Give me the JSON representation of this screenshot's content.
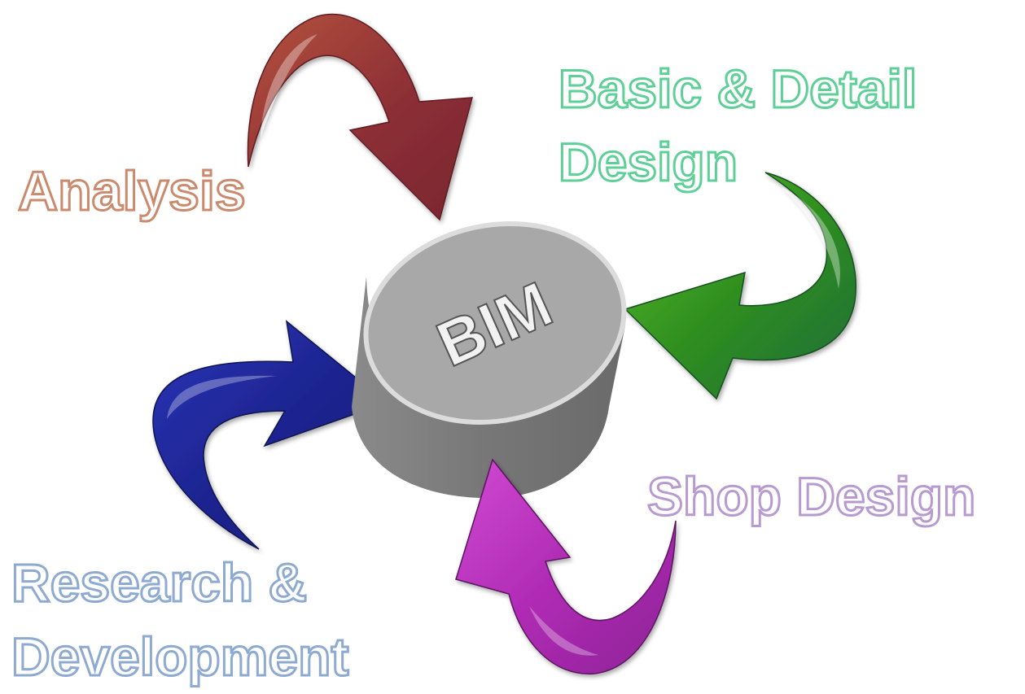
{
  "center": {
    "label": "BIM"
  },
  "stages": [
    {
      "id": "analysis",
      "lines": [
        "Analysis"
      ],
      "color": "#c98a6e",
      "arrow_color": "#8f3a3a"
    },
    {
      "id": "basic-detail-design",
      "lines": [
        "Basic & Detail",
        "Design"
      ],
      "color": "#5fcf98",
      "arrow_color": "#2f8a2a"
    },
    {
      "id": "shop-design",
      "lines": [
        "Shop Design"
      ],
      "color": "#b79ad0",
      "arrow_color": "#b12fb5"
    },
    {
      "id": "research-development",
      "lines": [
        "Research &",
        "Development"
      ],
      "color": "#8eaad0",
      "arrow_color": "#1e2a9a"
    }
  ],
  "colors": {
    "cylinder_top": "#a9a9a9",
    "cylinder_side": "#7d7d7d",
    "cylinder_rim": "#dcdcdc"
  }
}
